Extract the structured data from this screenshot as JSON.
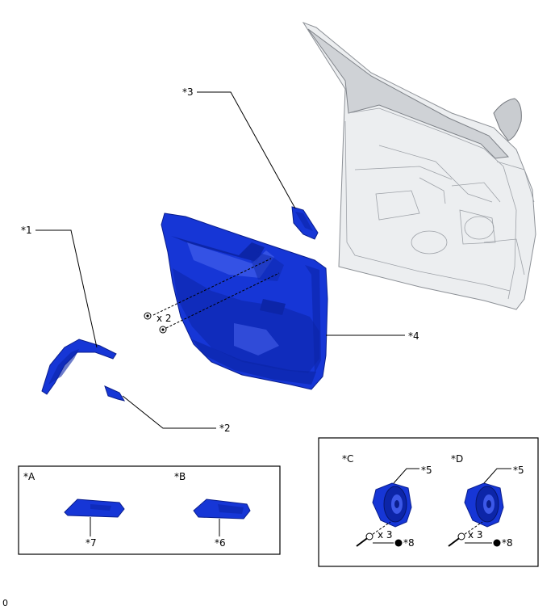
{
  "callouts": {
    "c1": "*1",
    "c2": "*2",
    "c3": "*3",
    "c4": "*4",
    "c5a": "*5",
    "c5b": "*5",
    "c6": "*6",
    "c7": "*7",
    "c8a": "*8",
    "c8b": "*8"
  },
  "quantities": {
    "screws": "x 2",
    "bolts_c": "x 3",
    "bolts_d": "x 3"
  },
  "view_labels": {
    "a": "*A",
    "b": "*B",
    "c": "*C",
    "d": "*D"
  },
  "figure_code": "0",
  "colors": {
    "part_highlight": "#1636d6",
    "door_body": "#eceef0",
    "line": "#000000"
  }
}
